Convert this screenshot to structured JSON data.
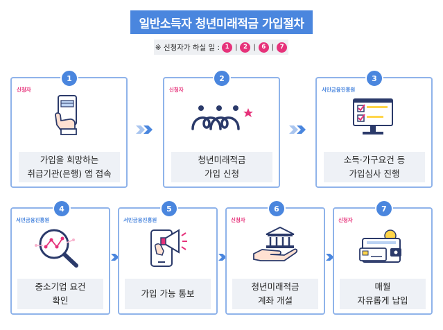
{
  "title": "일반소득자 청년미래적금 가입절차",
  "subtitle": {
    "prefix": "※ 신청자가 하실 일 :",
    "steps": [
      "1",
      "2",
      "6",
      "7"
    ],
    "separator": "|"
  },
  "steps": [
    {
      "number": "1",
      "role": "신청자",
      "line1": "가입을 희망하는",
      "line2": "취급기관(은행) 앱 접속"
    },
    {
      "number": "2",
      "role": "신청자",
      "line1": "청년미래적금",
      "line2": "가입 신청"
    },
    {
      "number": "3",
      "role": "서민금융진흥원",
      "line1": "소득·가구요건 등",
      "line2": "가입심사 진행"
    },
    {
      "number": "4",
      "role": "서민금융진흥원",
      "line1": "중소기업 요건",
      "line2": "확인"
    },
    {
      "number": "5",
      "role": "서민금융진흥원",
      "line1": "가입 가능 통보",
      "line2": ""
    },
    {
      "number": "6",
      "role": "신청자",
      "line1": "청년미래적금",
      "line2": "계좌 개설"
    },
    {
      "number": "7",
      "role": "신청자",
      "line1": "매월",
      "line2": "자유롭게 납입"
    }
  ],
  "colors": {
    "accent": "#4a86de",
    "pink": "#e6327a",
    "card_border": "#8fb3ea",
    "label_bg": "#eef1f6",
    "navy": "#2b3a6a"
  },
  "icons": [
    "phone-hand-icon",
    "people-logo-icon",
    "monitor-checklist-icon",
    "magnifier-chart-icon",
    "phone-megaphone-icon",
    "bank-hand-icon",
    "wallet-icon"
  ]
}
